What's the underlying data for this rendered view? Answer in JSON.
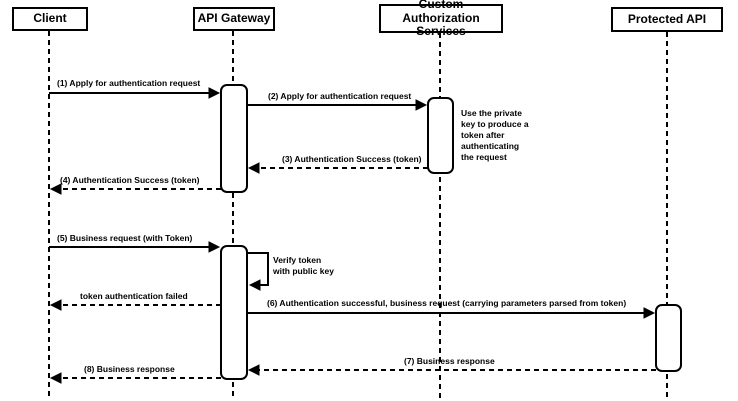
{
  "colors": {
    "stroke": "#000000",
    "background": "#ffffff"
  },
  "actors": [
    {
      "label": "Client"
    },
    {
      "label": "API Gateway"
    },
    {
      "label": "Custom Authorization Services"
    },
    {
      "label": "Protected API"
    }
  ],
  "messages": [
    {
      "label": "(1) Apply for authentication request",
      "from": "Client",
      "to": "API Gateway",
      "style": "solid"
    },
    {
      "label": "(2) Apply for authentication request",
      "from": "API Gateway",
      "to": "Custom Authorization Services",
      "style": "solid"
    },
    {
      "label": "(3) Authentication Success (token)",
      "from": "Custom Authorization Services",
      "to": "API Gateway",
      "style": "dashed"
    },
    {
      "label": "(4) Authentication Success (token)",
      "from": "API Gateway",
      "to": "Client",
      "style": "dashed"
    },
    {
      "label": "(5) Business request (with Token)",
      "from": "Client",
      "to": "API Gateway",
      "style": "solid"
    },
    {
      "label": "Verify token\nwith public key",
      "from": "API Gateway",
      "to": "API Gateway",
      "style": "self"
    },
    {
      "label": "token authentication failed",
      "from": "API Gateway",
      "to": "Client",
      "style": "dashed"
    },
    {
      "label": "(6) Authentication successful, business request (carrying parameters parsed from token)",
      "from": "API Gateway",
      "to": "Protected API",
      "style": "solid"
    },
    {
      "label": "(7) Business response",
      "from": "Protected API",
      "to": "API Gateway",
      "style": "dashed"
    },
    {
      "label": "(8) Business response",
      "from": "API Gateway",
      "to": "Client",
      "style": "dashed"
    }
  ],
  "notes": [
    {
      "label": "Use the private\nkey to produce a\ntoken after\nauthenticating\nthe request"
    }
  ]
}
